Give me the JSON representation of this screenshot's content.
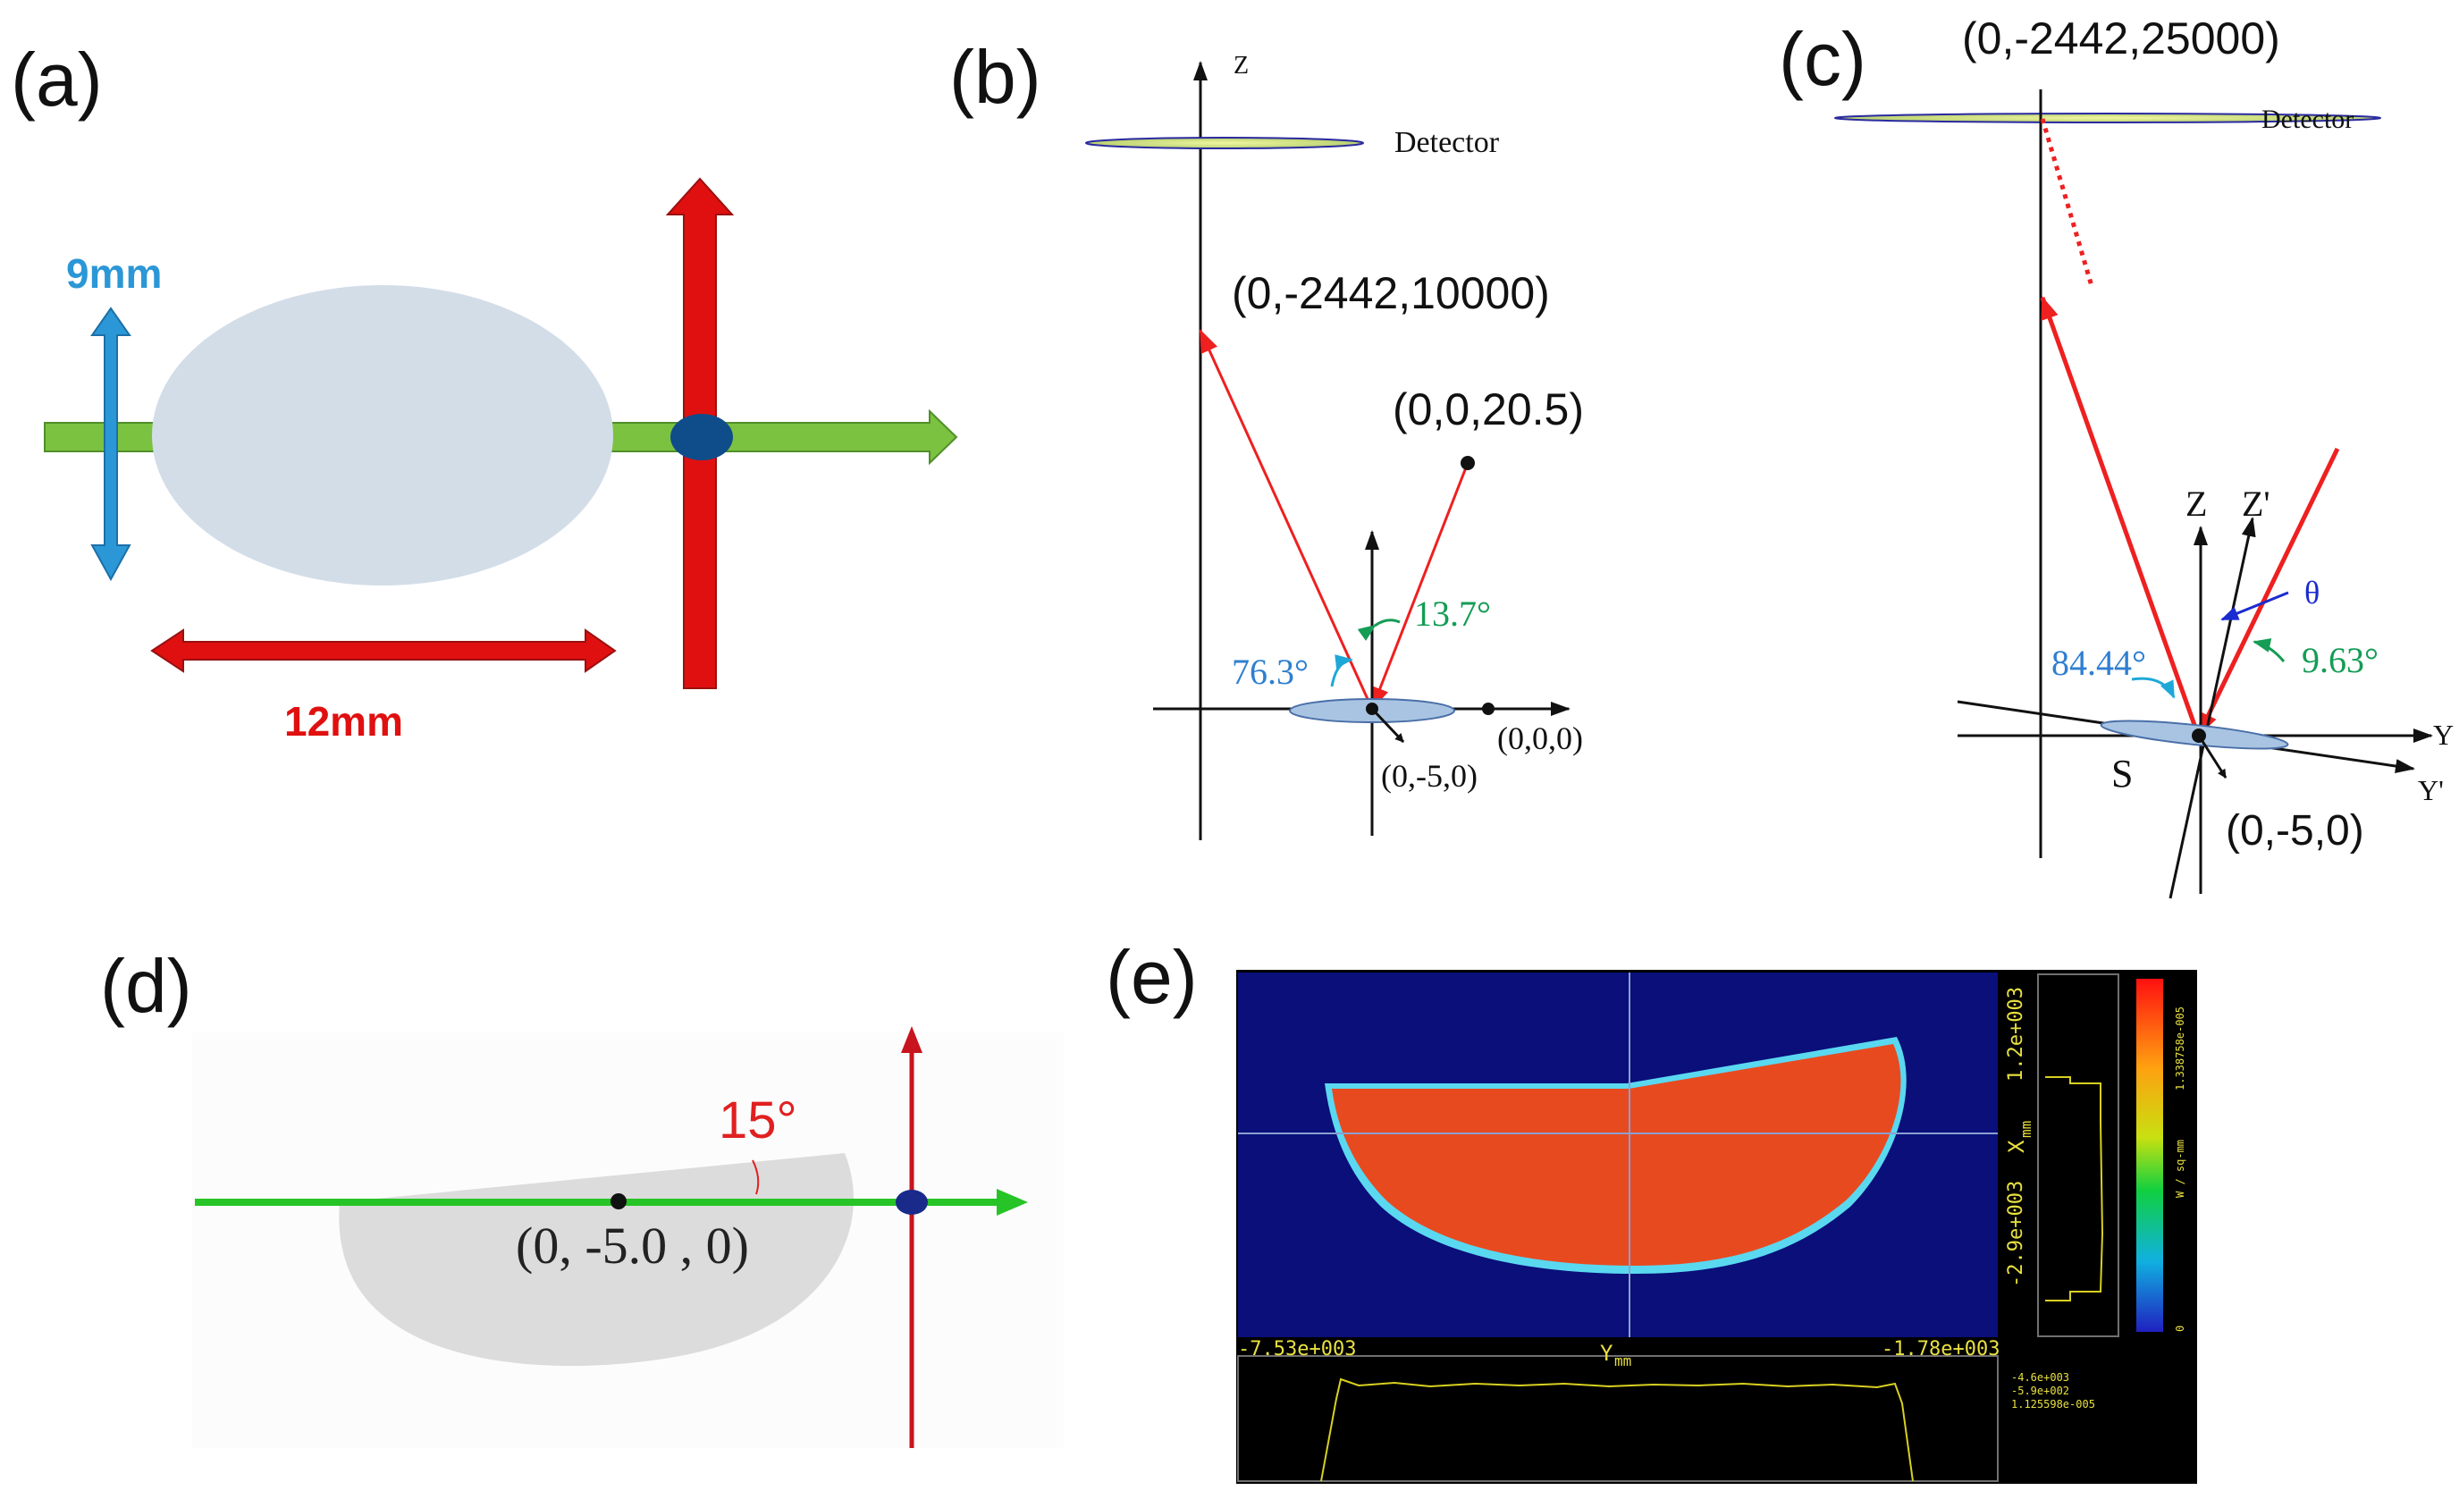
{
  "colors": {
    "blue_arrow": "#2b97d6",
    "red_arrow": "#e01010",
    "green_arrow": "#7cc241",
    "ellipse_fill": "#d3dde8",
    "dot_navy": "#0f4c8a",
    "angle_blue": "#2f7fd0",
    "angle_green": "#159c55",
    "detector_fill": "#eef3a8",
    "beam_red": "#ee2020",
    "heatmap_bg": "#0a0f7a",
    "heatmap_fill": "#e84a20",
    "plot_trace": "#d8d020"
  },
  "panel_a": {
    "label": "(a)",
    "dim_vertical": "9mm",
    "dim_horizontal": "12mm"
  },
  "panel_b": {
    "label": "(b)",
    "axis_z": "Z",
    "detector": "Detector",
    "point_detector": "(0,-2442,10000)",
    "point_source": "(0,0,20.5)",
    "angle_reflect": "76.3°",
    "angle_incident": "13.7°",
    "point_origin": "(0,0,0)",
    "point_sample": "(0,-5,0)"
  },
  "panel_c": {
    "label": "(c)",
    "point_detector": "(0,-2442,25000)",
    "detector": "Detector",
    "axis_z": "Z",
    "axis_z_prime": "Z'",
    "theta": "θ",
    "angle_reflect": "84.44°",
    "angle_incident": "9.63°",
    "axis_y": "Y",
    "axis_y_prime": "Y'",
    "sample_label": "S",
    "point_sample": "(0,-5,0)"
  },
  "panel_d": {
    "label": "(d)",
    "angle": "15°",
    "point": "(0, -5.0 , 0)"
  },
  "panel_e": {
    "label": "(e)",
    "y_min": "-7.53e+003",
    "y_label": "Y",
    "y_sub": "mm",
    "y_max": "-1.78e+003",
    "x_top": "1.2e+003",
    "x_label": "X",
    "x_sub": "mm",
    "x_bottom": "-2.9e+003",
    "colorbar_max": "1.338758e-005",
    "colorbar_unit": "W / sq-mm",
    "colorbar_min": "0",
    "readout_1": "-4.6e+003",
    "readout_2": "-5.9e+002",
    "readout_3": "1.125598e-005"
  }
}
